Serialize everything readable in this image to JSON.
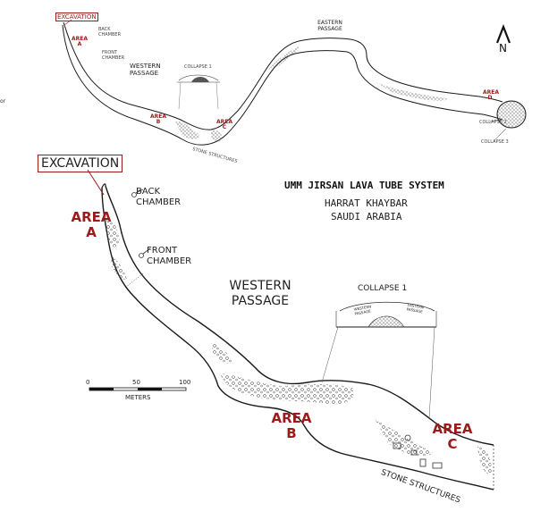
{
  "title": "UMM JIRSAN LAVA TUBE SYSTEM",
  "location_line1": "HARRAT KHAYBAR",
  "location_line2": "SAUDI ARABIA",
  "north_label": "N",
  "edge_fragment": "or",
  "inset": {
    "excavation": "EXCAVATION",
    "area_a": "AREA A",
    "back_chamber": "BACK CHAMBER",
    "front_chamber": "FRONT CHAMBER",
    "western_passage": "WESTERN PASSAGE",
    "collapse_1": "COLLAPSE 1",
    "area_b": "AREA B",
    "area_c": "AREA C",
    "stone_structures": "STONE STRUCTURES",
    "eastern_passage": "EASTERN PASSAGE",
    "area_d": "AREA D",
    "collapse_2": "COLLAPSE 2",
    "collapse_3": "COLLAPSE 3"
  },
  "detail": {
    "excavation": "EXCAVATION",
    "area_a": "AREA A",
    "back_chamber": "BACK CHAMBER",
    "front_chamber": "FRONT CHAMBER",
    "western_passage": "WESTERN PASSAGE",
    "collapse_1": "COLLAPSE 1",
    "collapse_western": "WESTERN PASSAGE",
    "collapse_eastern": "EASTERN PASSAGE",
    "area_b": "AREA B",
    "area_c": "AREA C",
    "stone_structures": "STONE STRUCTURES"
  },
  "scale": {
    "tick_0": "0",
    "tick_50": "50",
    "tick_100": "100",
    "unit": "METERS"
  },
  "colors": {
    "area_label": "#9b1b1b",
    "outline": "#1a1a1a",
    "excavation_box": "#9b1b1b"
  }
}
